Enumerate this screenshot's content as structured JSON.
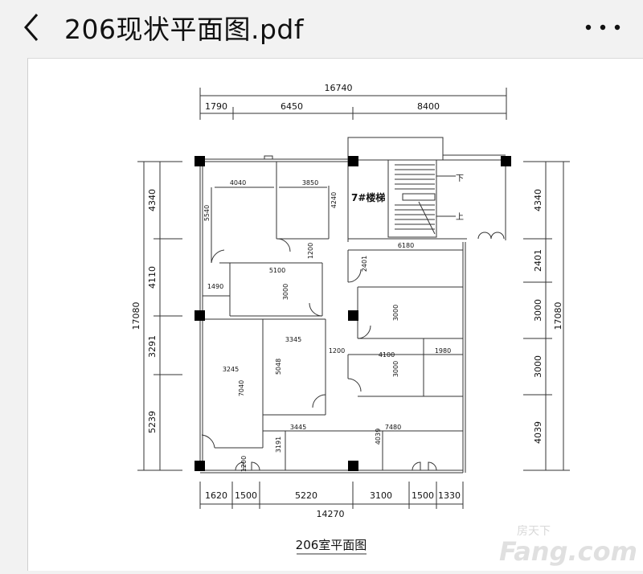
{
  "header": {
    "title": "206现状平面图.pdf"
  },
  "plan": {
    "top_overall": "16740",
    "top_dims": [
      "1790",
      "6450",
      "8400"
    ],
    "bottom_overall": "14270",
    "bottom_dims": [
      "1620",
      "1500",
      "5220",
      "3100",
      "1500",
      "1330"
    ],
    "left_overall": "17080",
    "left_dims": [
      "4340",
      "4110",
      "3291",
      "5239"
    ],
    "right_overall": "17080",
    "right_dims": [
      "4340",
      "2401",
      "3000",
      "3000",
      "4039"
    ],
    "room_dims": [
      "4040",
      "3850",
      "5540",
      "4240",
      "1200",
      "5100",
      "3000",
      "1490",
      "6180",
      "2401",
      "3000",
      "3345",
      "1200",
      "4100",
      "1980",
      "3245",
      "5048",
      "7040",
      "3000",
      "3445",
      "4039",
      "7480",
      "3191",
      "1200"
    ],
    "stair_label": "7#楼梯",
    "stair_down": "下",
    "stair_up": "上",
    "drawing_title": "206室平面图"
  },
  "watermark": {
    "top": "房天下",
    "bottom": "Fang.com"
  },
  "colors": {
    "bar": "#f2f2f2",
    "ink": "#111111",
    "line": "#333333",
    "column": "#000000"
  }
}
